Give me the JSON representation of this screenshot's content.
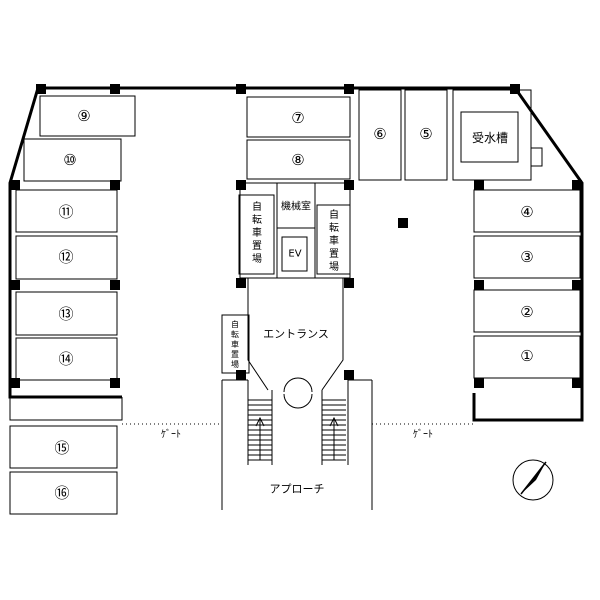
{
  "parking_spaces": [
    {
      "id": "p1",
      "label": "①"
    },
    {
      "id": "p2",
      "label": "②"
    },
    {
      "id": "p3",
      "label": "③"
    },
    {
      "id": "p4",
      "label": "④"
    },
    {
      "id": "p5",
      "label": "⑤"
    },
    {
      "id": "p6",
      "label": "⑥"
    },
    {
      "id": "p7",
      "label": "⑦"
    },
    {
      "id": "p8",
      "label": "⑧"
    },
    {
      "id": "p9",
      "label": "⑨"
    },
    {
      "id": "p10",
      "label": "⑩"
    },
    {
      "id": "p11",
      "label": "⑪"
    },
    {
      "id": "p12",
      "label": "⑫"
    },
    {
      "id": "p13",
      "label": "⑬"
    },
    {
      "id": "p14",
      "label": "⑭"
    },
    {
      "id": "p15",
      "label": "⑮"
    },
    {
      "id": "p16",
      "label": "⑯"
    }
  ],
  "rooms": {
    "water_tank": "受水槽",
    "machine_room": "機械室",
    "elevator": "EV",
    "entrance": "エントランス",
    "approach": "アプローチ",
    "bicycle_left": "自転車置場",
    "bicycle_right": "自転車置場",
    "bicycle_small": "自転車置場"
  },
  "gates": {
    "left": "ｹﾞｰﾄ",
    "right": "ｹﾞｰﾄ"
  },
  "compass": "north-arrow-icon"
}
